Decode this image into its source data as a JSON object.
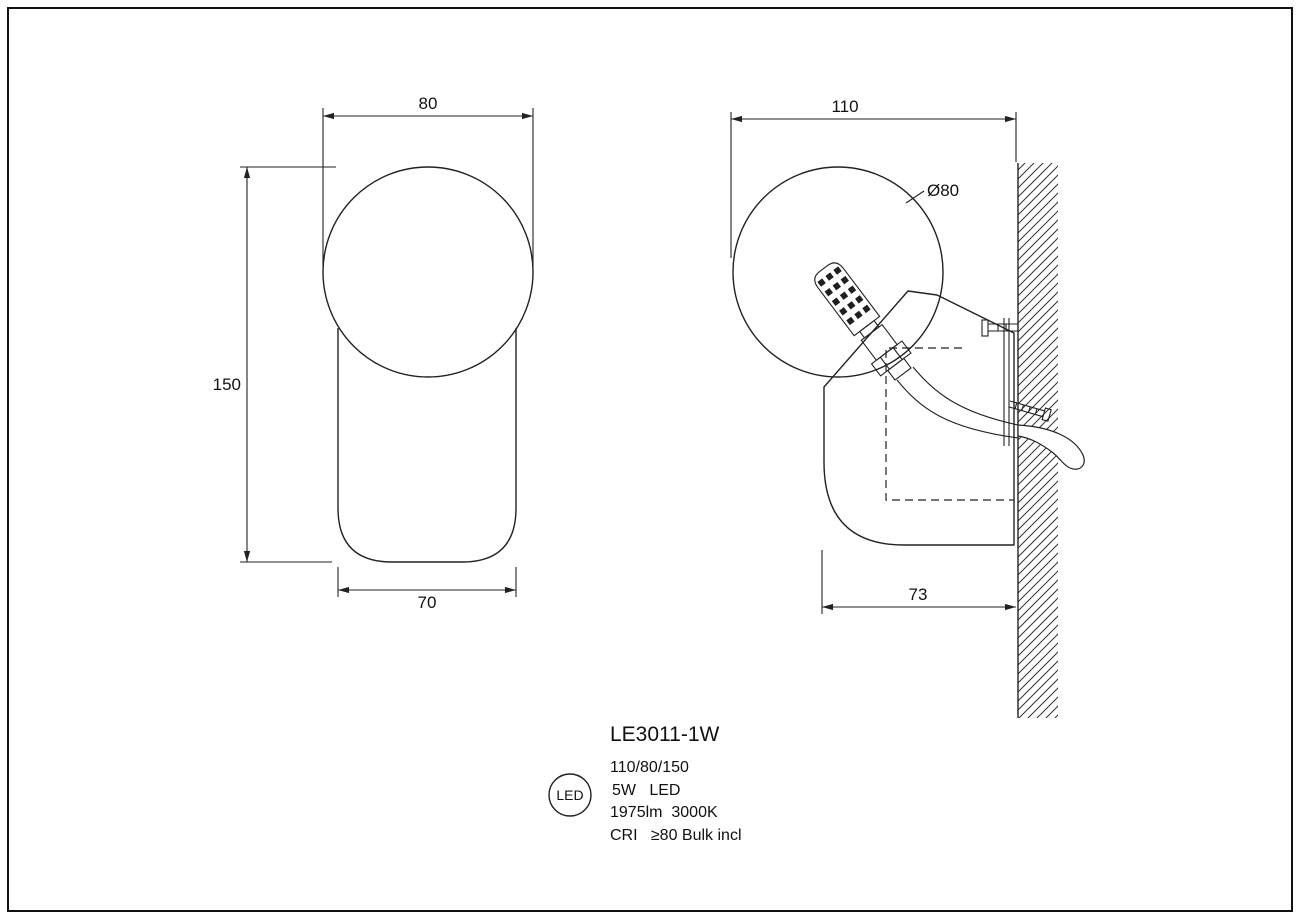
{
  "front_view": {
    "width": "80",
    "height": "150",
    "base_width": "70"
  },
  "side_view": {
    "depth": "110",
    "diameter": "Ø80",
    "base_depth": "73"
  },
  "spec": {
    "badge": "LED",
    "model": "LE3011-1W",
    "size": "110/80/150",
    "power": "5W   LED",
    "luminous": "1975lm  3000K",
    "cri": "CRI   ≥80 Bulk incl"
  },
  "colors": {
    "line": "#222222",
    "background": "#ffffff"
  }
}
